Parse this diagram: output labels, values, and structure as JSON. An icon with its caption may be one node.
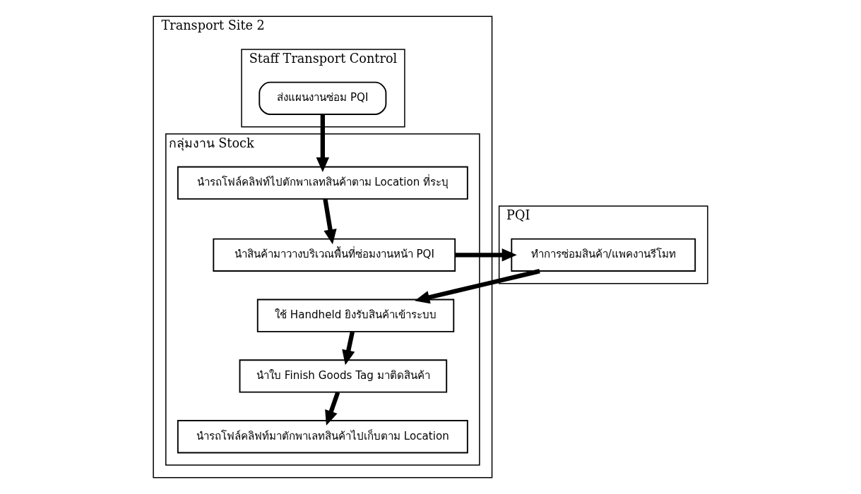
{
  "diagram": {
    "nodes": [
      {
        "text": [
          "Transport Site 2"
        ]
      },
      {
        "text": [
          "Staff Transport Control"
        ],
        "in": 0
      },
      {
        "text": [
          "กลุ่มงาน Stock"
        ],
        "in": 0
      },
      {
        "text": [
          "PQI"
        ]
      },
      {
        "text": [
          "ส่งแผนงานซ่อม PQI"
        ],
        "in": 1
      },
      {
        "text": [
          "นำรถโฟล์คลิฟท์ไปตักพาเลทสินค้าตาม Location ที่ระบุ"
        ],
        "in": 2
      },
      {
        "text": [
          "นำสินค้ามาวางบริเวณพื้นที่ซ่อมงานหน้า PQI"
        ],
        "in": 2
      },
      {
        "text": [
          "ทำการซ่อมสินค้า/แพคงานรีโมท"
        ],
        "in": 3
      },
      {
        "text": [
          "ใช้ Handheld ยิงรับสินค้าเข้าระบบ"
        ],
        "in": 2
      },
      {
        "text": [
          "นำใบ Finish Goods Tag มาติดสินค้า"
        ],
        "in": 2
      },
      {
        "text": [
          "นำรถโฟล์คลิฟท์มาตักพาเลทสินค้าไปเก็บตาม Location"
        ],
        "in": 2
      }
    ],
    "edges": [
      {
        "from": 4,
        "to": 5,
        "arrow": "to"
      },
      {
        "from": 5,
        "to": 6,
        "arrow": "to"
      },
      {
        "from": 6,
        "to": 7,
        "arrow": "to"
      },
      {
        "from": 7,
        "to": 8,
        "arrow": "to"
      },
      {
        "from": 8,
        "to": 9,
        "arrow": "to"
      },
      {
        "from": 9,
        "to": 10,
        "arrow": "to"
      }
    ]
  }
}
